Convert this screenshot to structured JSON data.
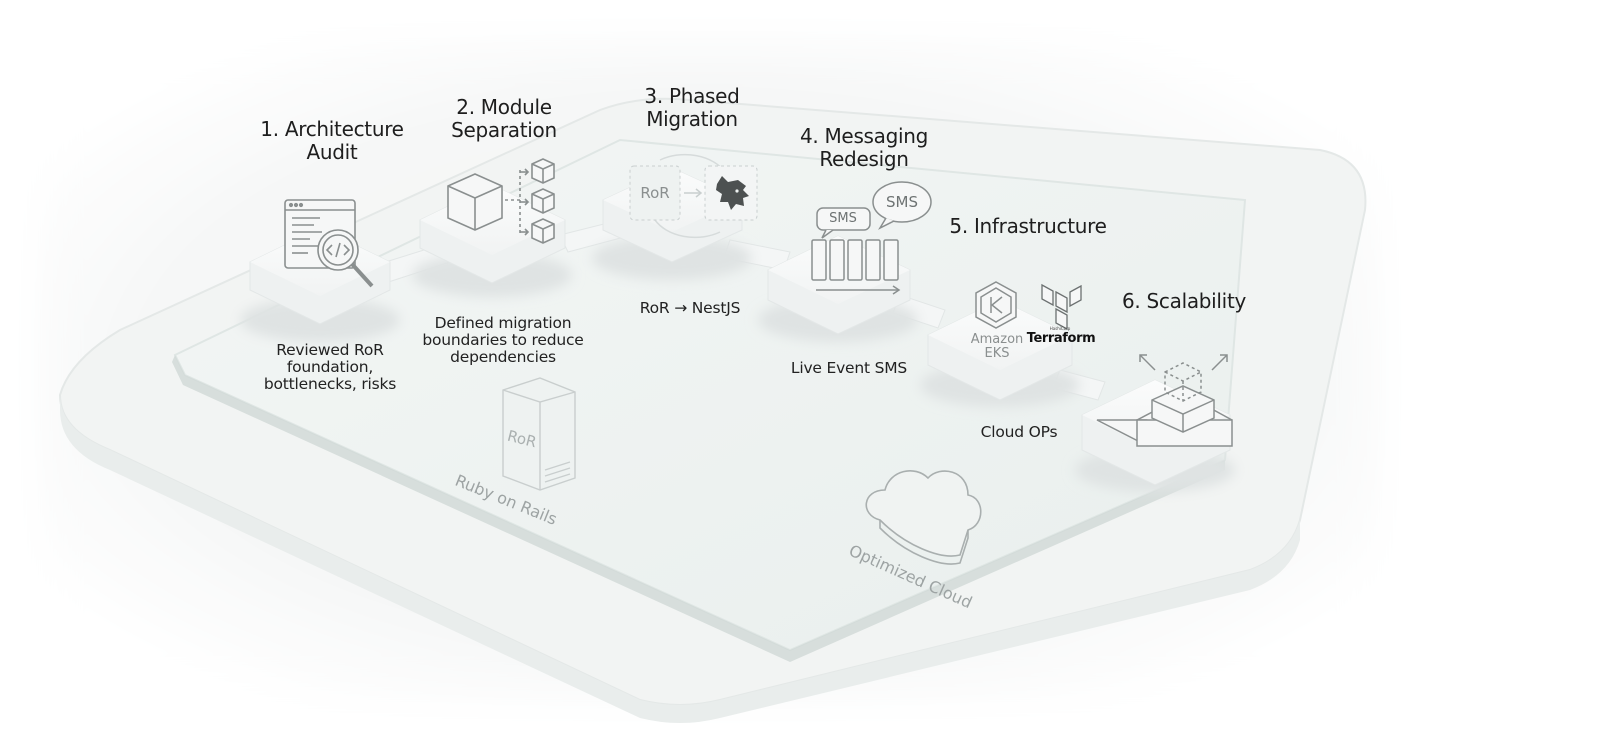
{
  "steps": [
    {
      "title_line1": "1. Architecture",
      "title_line2": "Audit",
      "desc_lines": [
        "Reviewed RoR",
        "foundation,",
        "bottlenecks, risks"
      ]
    },
    {
      "title_line1": "2. Module",
      "title_line2": "Separation",
      "desc_lines": [
        "Defined migration",
        "boundaries to reduce",
        "dependencies"
      ]
    },
    {
      "title_line1": "3. Phased",
      "title_line2": "Migration",
      "desc_lines": [
        "RoR → NestJS"
      ]
    },
    {
      "title_line1": "4. Messaging",
      "title_line2": "Redesign",
      "desc_lines": [
        "Live Event SMS"
      ]
    },
    {
      "title_line1": "5. Infrastructure",
      "title_line2": "",
      "desc_lines": [
        "Cloud OPs"
      ]
    },
    {
      "title_line1": "6. Scalability",
      "title_line2": "",
      "desc_lines": []
    }
  ],
  "icons": {
    "ror_box_label": "RoR",
    "sms_small": "SMS",
    "sms_large": "SMS",
    "eks_line1": "Amazon",
    "eks_line2": "EKS",
    "terraform_small": "HashiCorp",
    "terraform_label": "Terraform",
    "rails_server_label": "RoR"
  },
  "plate_labels": {
    "ruby_on_rails": "Ruby on Rails",
    "optimized_cloud": "Optimized Cloud"
  },
  "colors": {
    "background": "#ffffff",
    "plate": "#f3f5f4",
    "glass": "#eef2f1",
    "block": "#f7f8f8",
    "line": "#8a8f8f",
    "ghost": "#b6bbbb"
  }
}
